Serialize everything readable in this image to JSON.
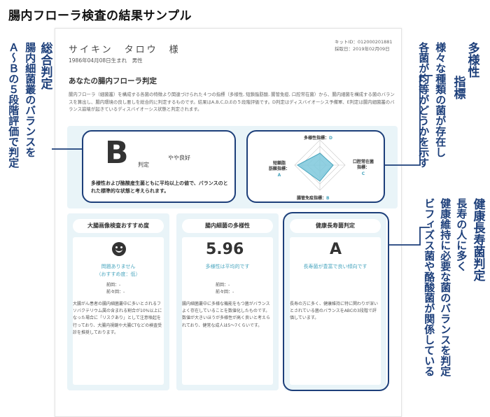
{
  "page_title": "腸内フローラ検査の結果サンプル",
  "annotations": {
    "overall_title": "総合判定",
    "overall_desc_1": "腸内細菌叢のバランスを",
    "overall_desc_2": "Ａ～Ｂの５段階評価で判定",
    "diversity_title_1": "多様性",
    "diversity_title_2": "指標",
    "diversity_desc_1": "様々な種類の菌が存在し",
    "diversity_desc_2": "各菌が均等がどうかを示す",
    "longevity_title": "健康長寿菌判定",
    "longevity_desc_1": "長寿の人に多く",
    "longevity_desc_2": "健康維持に必要な菌のバランスを判定",
    "longevity_desc_3": "ビフィズス菌や酪酸菌が関係している"
  },
  "report": {
    "name": "サイキン　タロウ　様",
    "birth_info": "1986年04月08日生まれ　男性",
    "kit_id": "キットID：012000201881",
    "sample_date": "採取日：2019年02月09日",
    "section_title": "あなたの腸内フローラ判定",
    "section_desc": "腸内フローラ（細菌叢）を構成する各菌の特徴より関連づけられた４つの指標（多様性, 短鎖脂肪酸, 腸管免疫, 口腔常在菌）から、腸内細菌を構成する菌のバランスを算出し、腸内環境の良し悪しを総合的に判定するものです。結果はA,B,C,D,Eの５段階評価です。D判定はディスバイオーシス予備軍、E判定は腸内細菌叢のバランス崩壊が起きているディスバイオーシス状態と判定されます。",
    "overall": {
      "grade": "B",
      "grade_label": "判定",
      "grade_text": "やや良好",
      "description": "多様性および酪酸産生菌ともに平均以上の値で、バランスのとれた標準的な状態と考えられます。"
    },
    "radar": {
      "top_label": "多様性指標：",
      "top_value": "D",
      "right_label_1": "口腔常在菌",
      "right_label_2": "指標：",
      "right_value": "C",
      "left_label_1": "短鎖脂",
      "left_label_2": "肪酸指標：",
      "left_value": "A",
      "bottom_label": "腸管免疫指標：",
      "bottom_value": "B",
      "fill_color": "#7ec8dc",
      "stroke_color": "#4aa6bf"
    },
    "cards": [
      {
        "title": "大腸画像検査おすすめ度",
        "icon": "smiley-face-icon",
        "status_1": "問題ありません",
        "status_2": "（おすすめ度：低）",
        "prev_1": "前回：-",
        "prev_2": "前々回：-",
        "description": "大腸がん患者の腸内細菌叢中に多いとされるフソバクテリウム属の含まれる割合が10%以上になった場合に「リスクあり」として注意喚起を行っており、大腸内視鏡や大腸CTなどの検査受診を推奨しております。"
      },
      {
        "title": "腸内細菌の多様性",
        "value": "5.96",
        "status_1": "多様性は平均的です",
        "prev_1": "前回：-",
        "prev_2": "前々回：-",
        "description": "腸内細菌叢中に多様な機能をもつ菌がバランスよく存在していることを数値化したものです。数値が大きいほうが多様性が高く良いと考えられており、健常な成人は5～7くらいです。"
      },
      {
        "title": "健康長寿菌判定",
        "value": "A",
        "status_1": "長寿菌が豊富で良い傾向です",
        "description": "長寿の方に多く、健康維持に特に関わりが深いとされている菌のバランスをABCの3段階で評価しています。"
      }
    ]
  },
  "colors": {
    "accent_navy": "#1d3f7a",
    "accent_teal": "#4aa6bf",
    "panel_bg": "#e9f4f8"
  }
}
